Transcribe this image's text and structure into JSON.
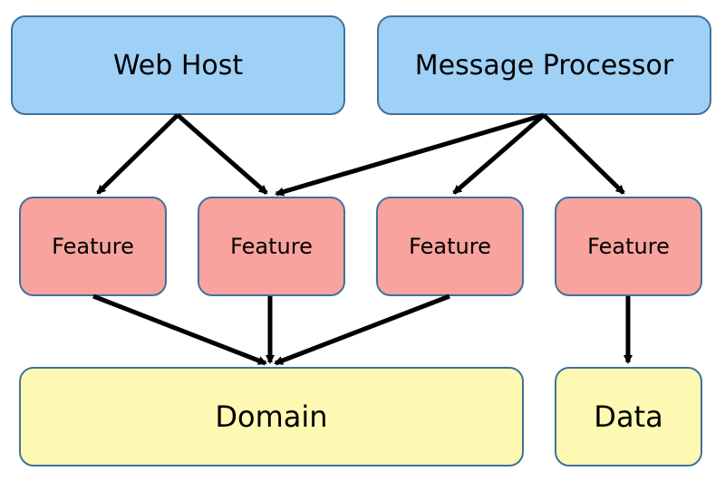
{
  "nodes": {
    "web_host": "Web Host",
    "message_processor": "Message Processor",
    "feature_1": "Feature",
    "feature_2": "Feature",
    "feature_3": "Feature",
    "feature_4": "Feature",
    "domain": "Domain",
    "data": "Data"
  },
  "edges": [
    {
      "from": "Web Host",
      "to": "Feature 1"
    },
    {
      "from": "Web Host",
      "to": "Feature 2"
    },
    {
      "from": "Message Processor",
      "to": "Feature 2"
    },
    {
      "from": "Message Processor",
      "to": "Feature 3"
    },
    {
      "from": "Message Processor",
      "to": "Feature 4"
    },
    {
      "from": "Feature 1",
      "to": "Domain"
    },
    {
      "from": "Feature 2",
      "to": "Domain"
    },
    {
      "from": "Feature 3",
      "to": "Domain"
    },
    {
      "from": "Feature 4",
      "to": "Data"
    }
  ],
  "colors": {
    "host_fill": "#9fd0f6",
    "feature_fill": "#f8a39d",
    "bottom_fill": "#fdf9b2",
    "border": "#41719c",
    "arrow": "#000000"
  }
}
